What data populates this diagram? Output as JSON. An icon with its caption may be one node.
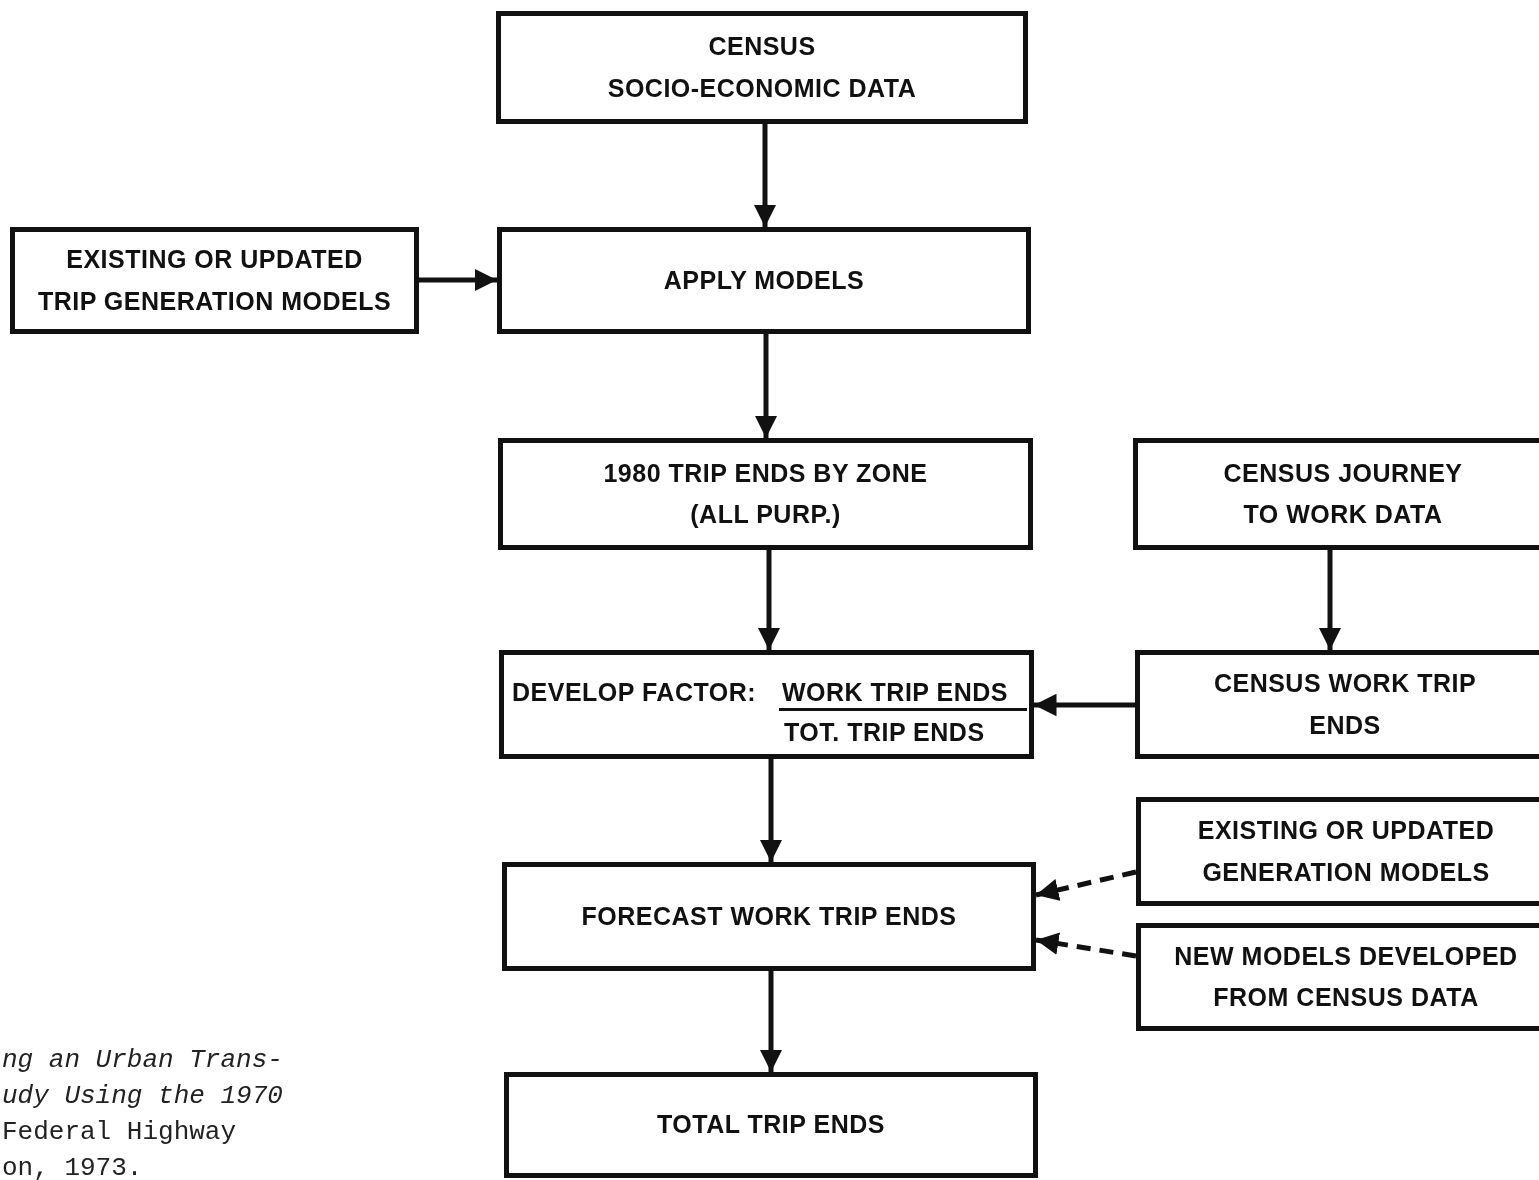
{
  "diagram": {
    "nodes": [
      {
        "text": [
          "CENSUS",
          "SOCIO-ECONOMIC DATA"
        ]
      },
      {
        "text": [
          "EXISTING OR UPDATED TRIP GENERATION MODELS"
        ]
      },
      {
        "text": [
          "APPLY MODELS"
        ]
      },
      {
        "text": [
          "1980 TRIP ENDS BY ZONE",
          "(ALL PURP.)"
        ]
      },
      {
        "text": [
          "CENSUS JOURNEY TO WORK DATA"
        ]
      },
      {
        "text": [
          "DEVELOP FACTOR:",
          "WORK TRIP ENDS",
          "TOT. TRIP ENDS"
        ]
      },
      {
        "text": [
          "CENSUS WORK TRIP ENDS"
        ]
      },
      {
        "text": [
          "EXISTING OR UPDATED GENERATION MODELS"
        ]
      },
      {
        "text": [
          "FORECAST WORK TRIP ENDS"
        ]
      },
      {
        "text": [
          "NEW MODELS DEVELOPED FROM CENSUS DATA"
        ]
      },
      {
        "text": [
          "TOTAL TRIP ENDS"
        ]
      }
    ],
    "edges": [
      {
        "from": 0,
        "to": 2,
        "arrow": "to"
      },
      {
        "from": 1,
        "to": 2,
        "arrow": "to"
      },
      {
        "from": 2,
        "to": 3,
        "arrow": "to"
      },
      {
        "from": 3,
        "to": 5,
        "arrow": "to"
      },
      {
        "from": 4,
        "to": 6,
        "arrow": "to"
      },
      {
        "from": 6,
        "to": 5,
        "arrow": "to"
      },
      {
        "from": 5,
        "to": 8,
        "arrow": "to"
      },
      {
        "from": 7,
        "to": 8,
        "arrow": "to",
        "style": "dashed"
      },
      {
        "from": 9,
        "to": 8,
        "arrow": "to",
        "style": "dashed"
      },
      {
        "from": 8,
        "to": 10,
        "arrow": "to"
      }
    ],
    "labels": [
      "*ng an Urban Trans- udy Using the 1970* Federal Highway on, 1973."
    ]
  }
}
